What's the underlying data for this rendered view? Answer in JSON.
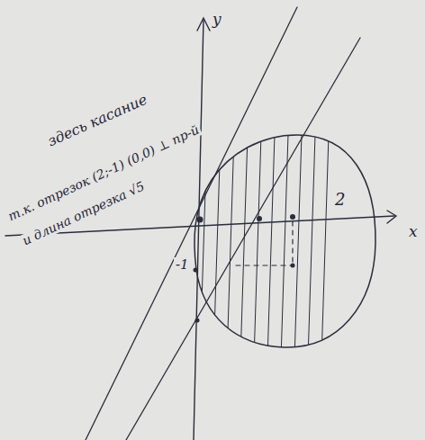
{
  "diagram": {
    "labels": [
      "y",
      "x",
      "здесь касание",
      "т.к. отрезок (2;-1) (0,0) ⊥ пр-й",
      "и длина отрезка √5",
      "2",
      "-1"
    ]
  }
}
